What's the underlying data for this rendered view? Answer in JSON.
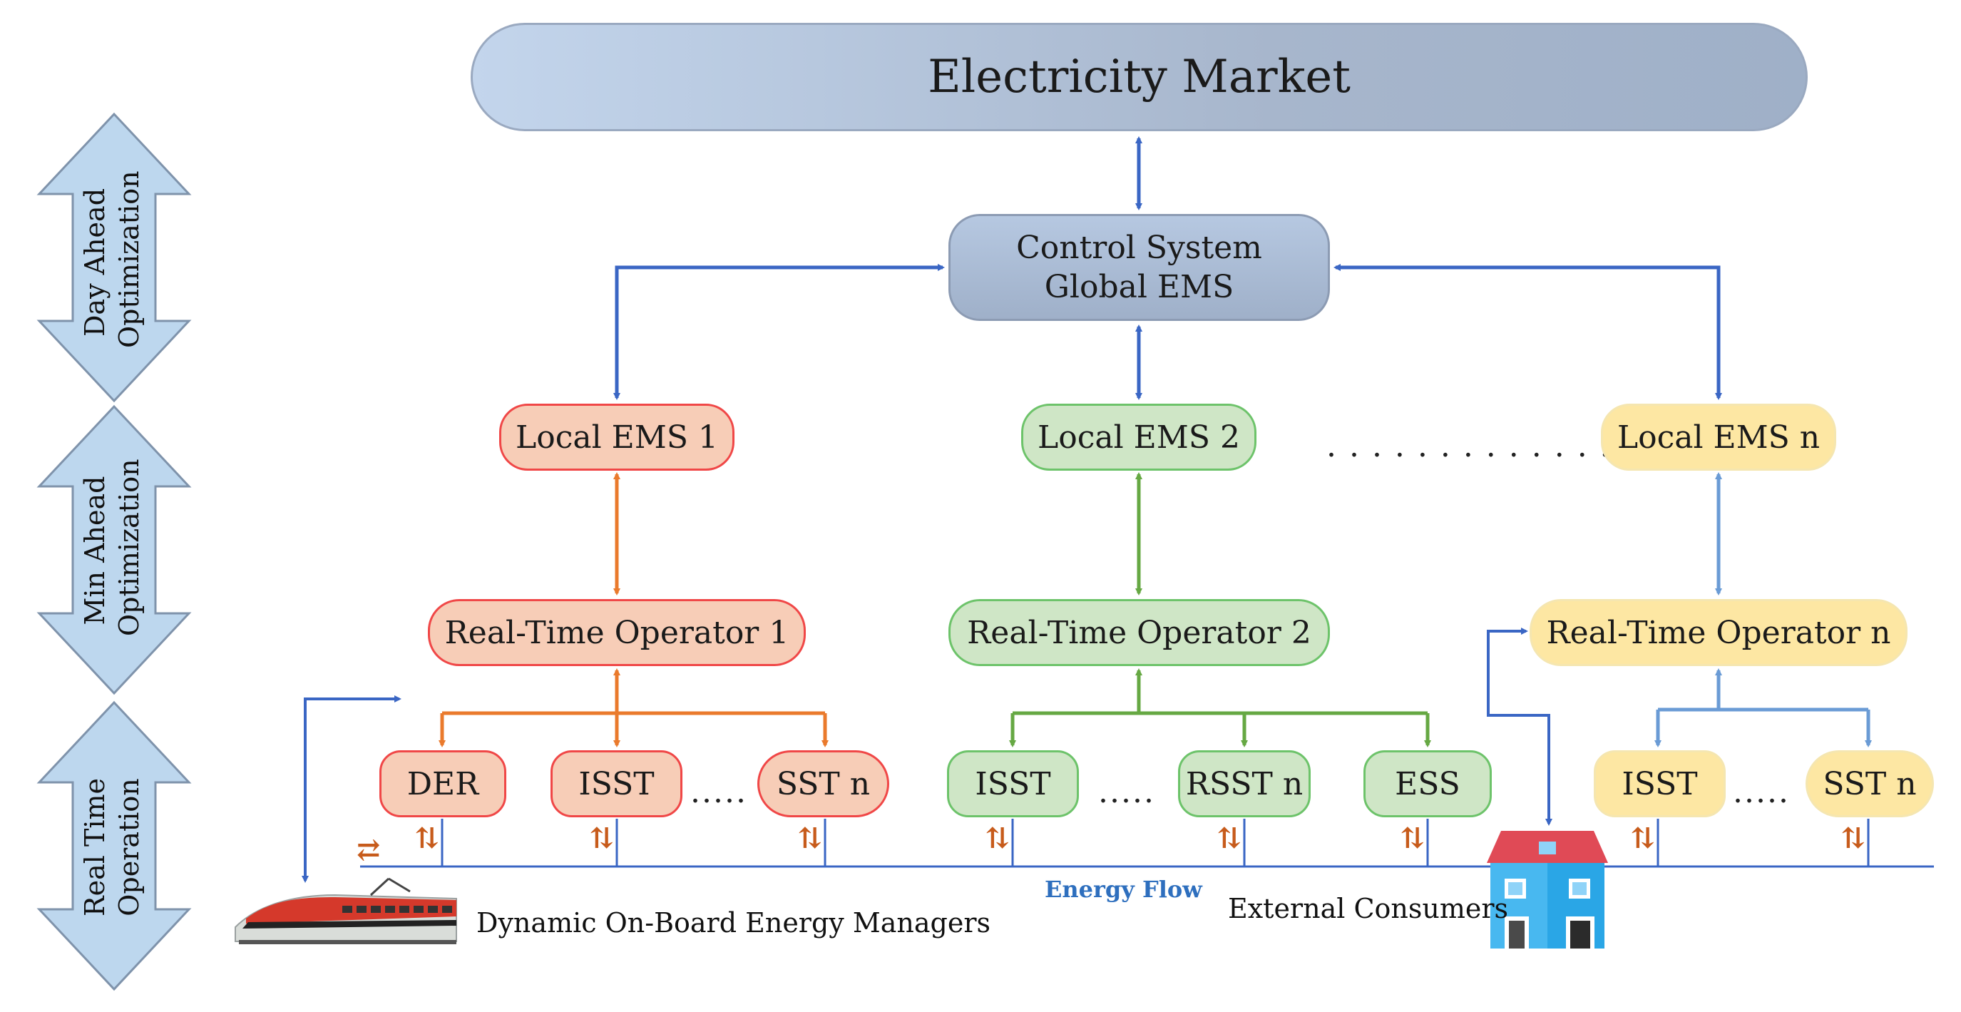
{
  "market": {
    "label": "Electricity Market"
  },
  "global_ems": {
    "line1": "Control System",
    "line2": "Global EMS"
  },
  "local_ems": [
    "Local EMS 1",
    "Local EMS 2",
    "Local EMS n"
  ],
  "rto": [
    "Real-Time Operator 1",
    "Real-Time Operator 2",
    "Real-Time Operator n"
  ],
  "devices": {
    "group1": [
      "DER",
      "ISST",
      "SST n"
    ],
    "group2": [
      "ISST",
      "RSST n",
      "ESS"
    ],
    "group3": [
      "ISST",
      "SST n"
    ]
  },
  "ellipsis_short": ".....",
  "ellipsis_long": ". . . . . . . . . . . . .",
  "side_labels": [
    {
      "line1": "Day Ahead",
      "line2": "Optimization"
    },
    {
      "line1": "Min Ahead",
      "line2": "Optimization"
    },
    {
      "line1": "Real Time",
      "line2": "Operation"
    }
  ],
  "bottom": {
    "train_label": "Dynamic On-Board Energy Managers",
    "consumers_label": "External Consumers",
    "energy_flow": "Energy Flow"
  },
  "flow_glyph": "⇅",
  "exchange_glyph": "⇄",
  "colors": {
    "blue": "#3a66c4",
    "orange": "#ea7a2c",
    "green": "#66a843",
    "lightblue": "#6a9bd5",
    "side_arrow_fill": "#bdd7ee",
    "side_arrow_stroke": "#7f93ab"
  }
}
